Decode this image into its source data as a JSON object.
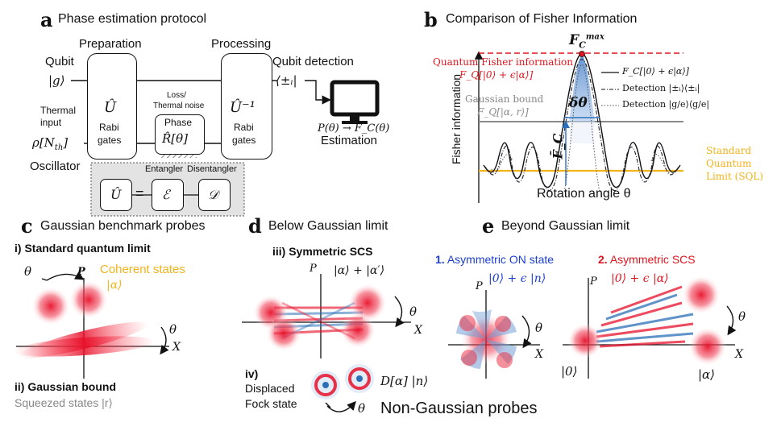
{
  "panel_a": {
    "letter": "a",
    "title": "Phase estimation protocol",
    "preparation": "Preparation",
    "processing": "Processing",
    "qubit": "Qubit",
    "qubit_ket": "|g⟩",
    "qubit_detection": "Qubit detection",
    "detection_bra": "⟨±ᵢ|",
    "thermal_input_1": "Thermal",
    "thermal_input_2": "input",
    "thermal_rho": "ρ[N",
    "thermal_rho_sub": "th",
    "thermal_rho_end": "]",
    "oscillator": "Oscillator",
    "u_hat": "Û",
    "u_inv": "Û⁻¹",
    "rabi_1": "Rabi",
    "gates_1": "gates",
    "rabi_2": "Rabi",
    "gates_2": "gates",
    "loss_1": "Loss/",
    "loss_2": "Thermal noise",
    "phase": "Phase",
    "phase_op": "R̂[θ]",
    "estimation_formula": "P(θ) → F_C(θ)",
    "estimation": "Estimation",
    "entangler": "Entangler",
    "disentangler": "Disentangler",
    "inset_u": "Û",
    "inset_eq": "=",
    "inset_e": "ℰ",
    "inset_d": "𝒟"
  },
  "panel_b": {
    "letter": "b",
    "title": "Comparison of Fisher Information",
    "fc_max": "F",
    "fc_max_sub": "C",
    "fc_max_sup": "max",
    "qfi_label": "Quantum Fisher information",
    "qfi_formula": "F_Q[|0⟩ + ϵ|α⟩]",
    "gauss_label": "Gaussian bound",
    "gauss_formula": "F_Q[|α, r⟩]",
    "legend_1": "F_C[|0⟩ + ϵ|α⟩]",
    "legend_2": "Detection |±ᵢ⟩⟨±ᵢ|",
    "legend_3": "Detection |g/e⟩⟨g/e|",
    "delta_theta": "δθ",
    "fc_bar": "F̄_C",
    "ylabel": "Fisher information",
    "xlabel": "Rotation angle θ",
    "sql_1": "Standard",
    "sql_2": "Quantum",
    "sql_3": "Limit (SQL)",
    "colors": {
      "qfi": "#e0141e",
      "gauss": "#888888",
      "sql": "#f2b31b",
      "blue": "#2a6fb8"
    }
  },
  "panel_c": {
    "letter": "c",
    "title": "Gaussian benchmark probes",
    "sub_i": "i) Standard quantum limit",
    "coherent": "Coherent states",
    "coherent_ket": "|α⟩",
    "theta": "θ",
    "p_axis": "P",
    "x_axis": "X",
    "sub_ii": "ii) Gaussian bound",
    "squeezed": "Squeezed states |r⟩"
  },
  "panel_d": {
    "letter": "d",
    "title": "Below Gaussian limit",
    "sub_iii": "iii) Symmetric SCS",
    "scs_ket": "|α⟩ + |α′⟩",
    "p_axis": "P",
    "x_axis": "X",
    "theta": "θ",
    "sub_iv_1": "iv)",
    "sub_iv_2": "Displaced",
    "sub_iv_3": "Fock state",
    "fock_ket": "D[α] |n⟩",
    "theta_2": "θ",
    "non_gaussian": "Non-Gaussian probes"
  },
  "panel_e": {
    "letter": "e",
    "title": "Beyond Gaussian limit",
    "item1_num": "1.",
    "item1": "Asymmetric ON state",
    "item1_ket": "|0⟩ + ϵ |n⟩",
    "item2_num": "2.",
    "item2": "Asymmetric SCS",
    "item2_ket": "|0⟩ + ϵ |α⟩",
    "p_axis_1": "P",
    "x_axis_1": "X",
    "theta_1": "θ",
    "p_axis_2": "P",
    "x_axis_2": "X",
    "theta_2": "θ",
    "ket0": "|0⟩",
    "ketalpha": "|α⟩"
  }
}
